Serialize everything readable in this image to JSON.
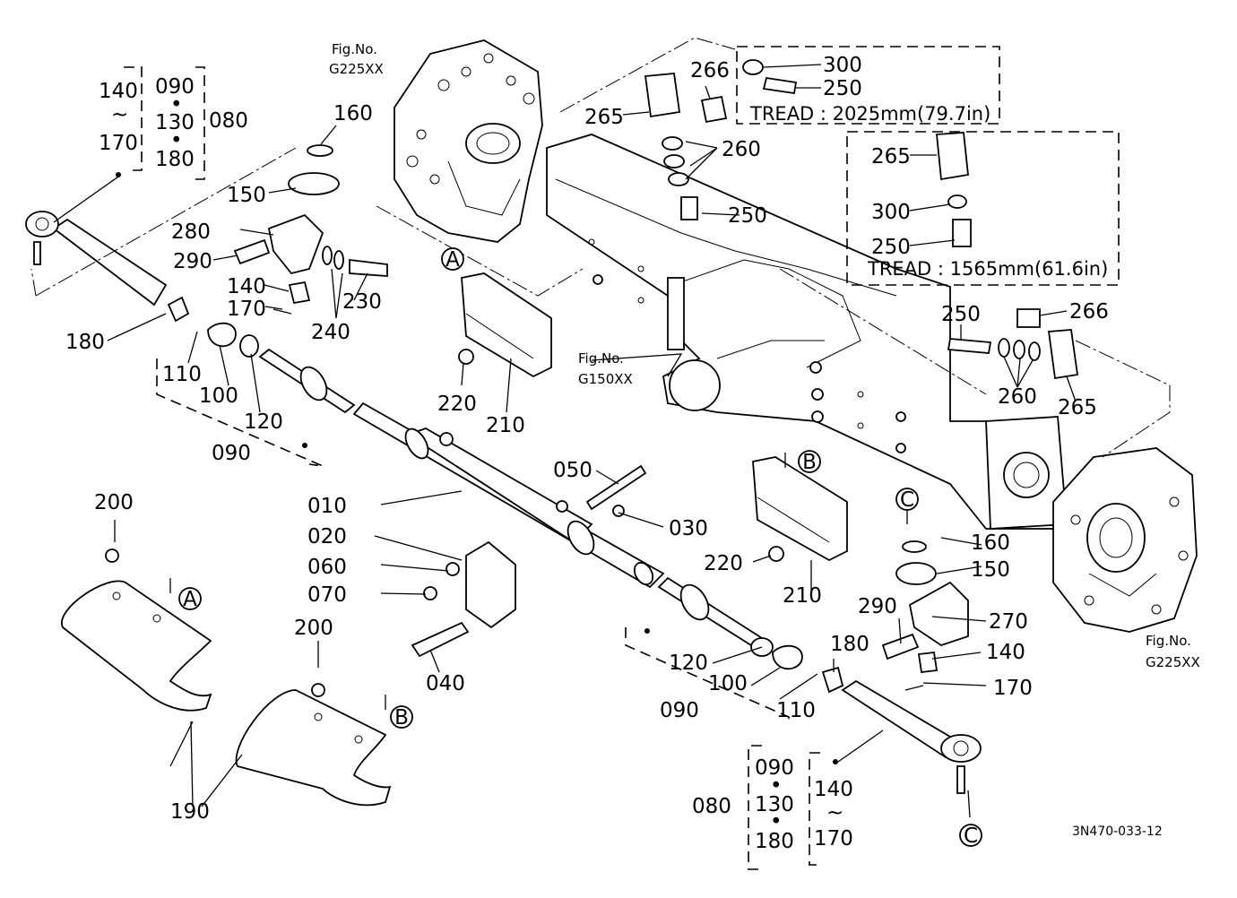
{
  "figure_code": "3N470-033-12",
  "fig_refs": {
    "fig_no_label": "Fig.No.",
    "g225": "G225XX",
    "g150": "G150XX"
  },
  "tread_boxes": {
    "tread_a": "TREAD : 2025mm(79.7in)",
    "tread_b": "TREAD : 1565mm(61.6in)"
  },
  "group_labels": {
    "n140": "140",
    "tilde": "~",
    "n170": "170",
    "n090": "090",
    "n130": "130",
    "n180": "180",
    "n080": "080",
    "bullet": "•"
  },
  "callouts": {
    "A": "A",
    "B": "B",
    "C": "C"
  },
  "parts": {
    "p010": "010",
    "p020": "020",
    "p030": "030",
    "p040": "040",
    "p050": "050",
    "p060": "060",
    "p070": "070",
    "p080": "080",
    "p090": "090",
    "p100": "100",
    "p110": "110",
    "p120": "120",
    "p140": "140",
    "p150": "150",
    "p160": "160",
    "p170": "170",
    "p180": "180",
    "p190": "190",
    "p200": "200",
    "p210": "210",
    "p220": "220",
    "p230": "230",
    "p240": "240",
    "p250": "250",
    "p260": "260",
    "p265": "265",
    "p266": "266",
    "p270": "270",
    "p280": "280",
    "p290": "290",
    "p300": "300"
  }
}
